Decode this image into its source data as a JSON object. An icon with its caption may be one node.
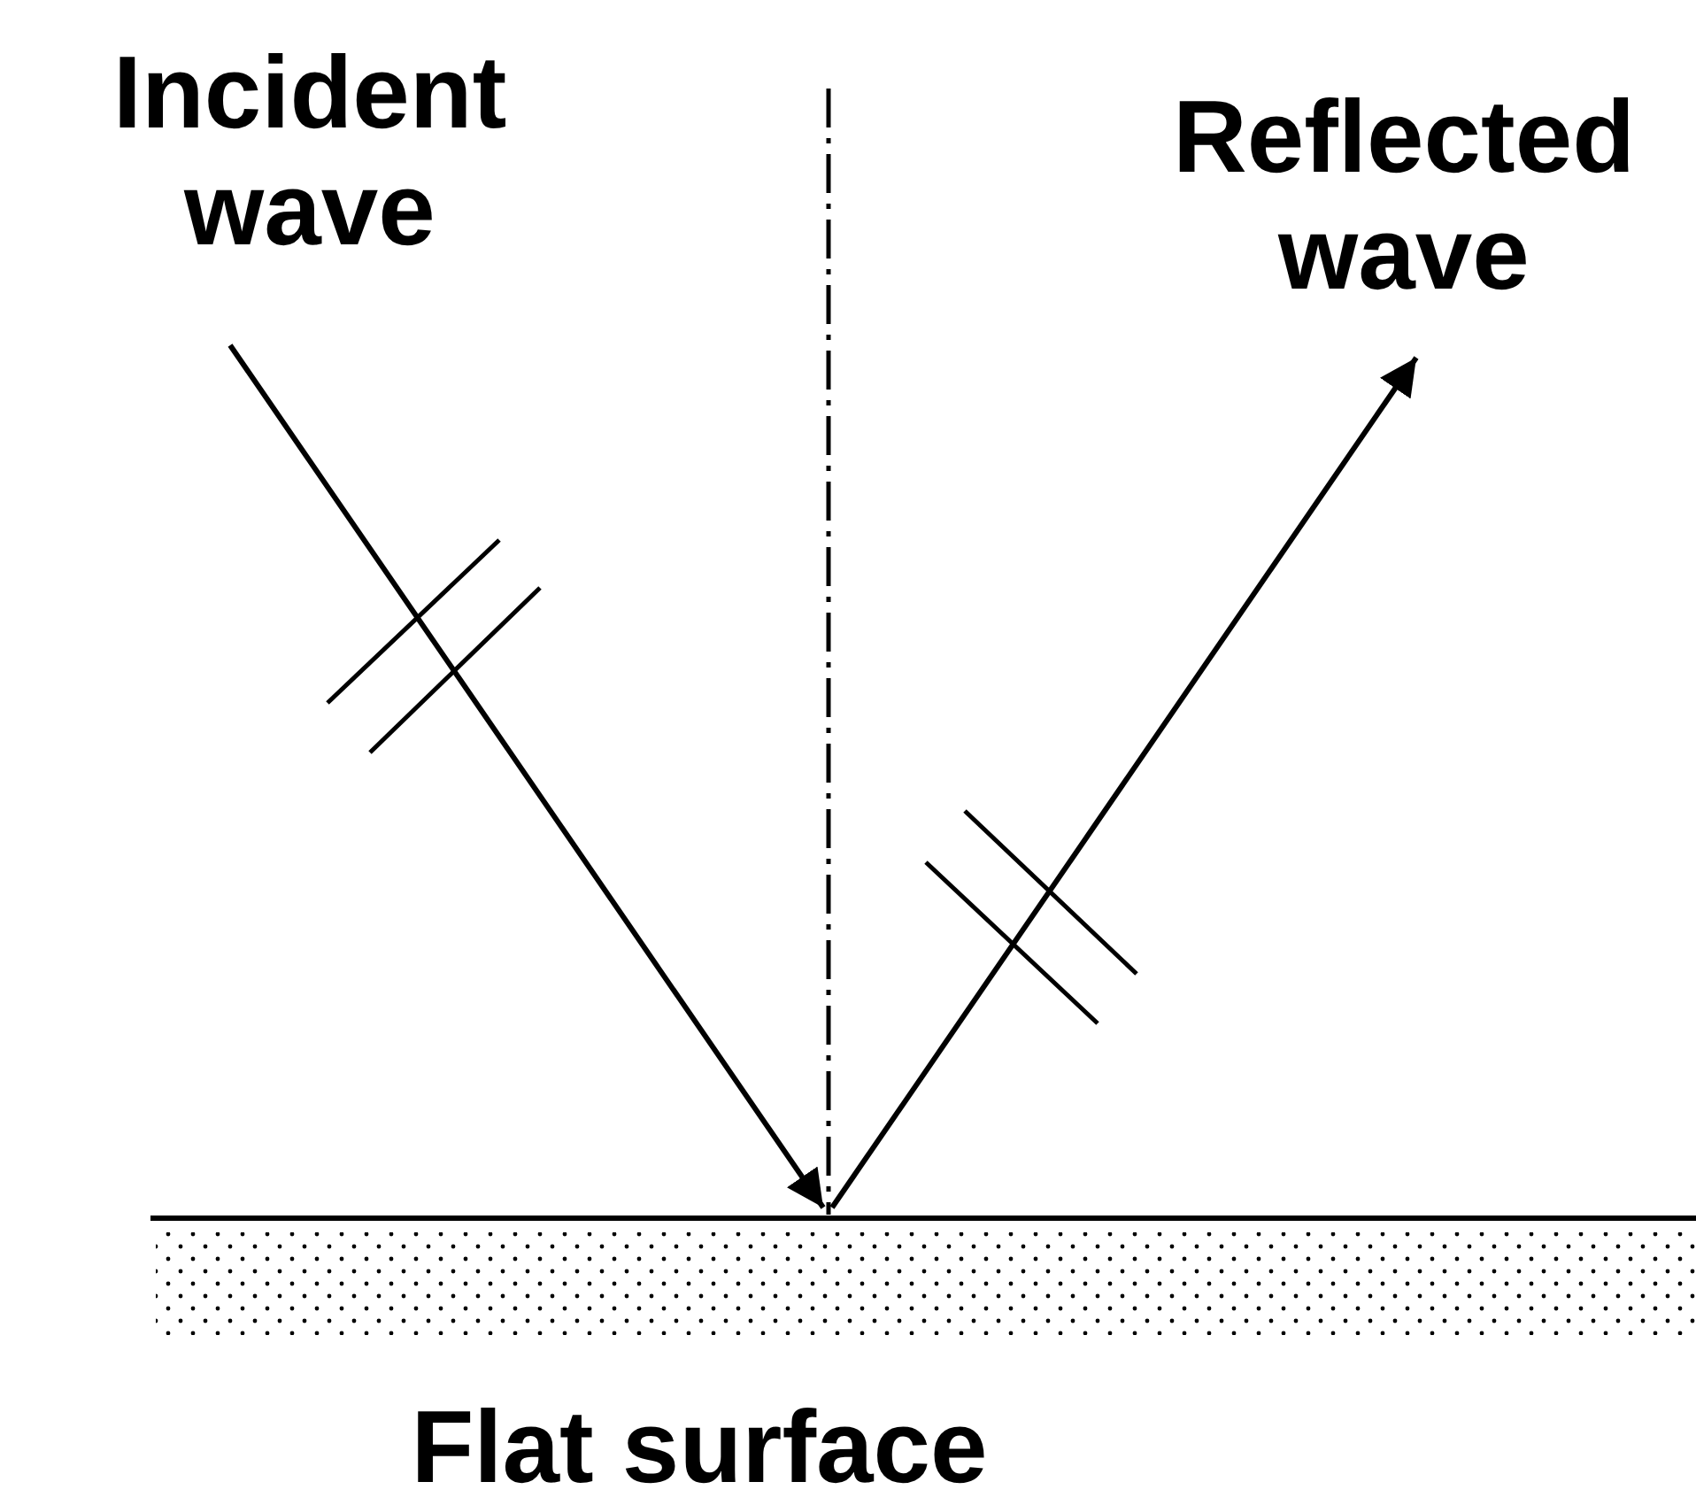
{
  "diagram": {
    "labels": [
      "Incident wave",
      "Reflected wave",
      "Flat surface"
    ]
  }
}
